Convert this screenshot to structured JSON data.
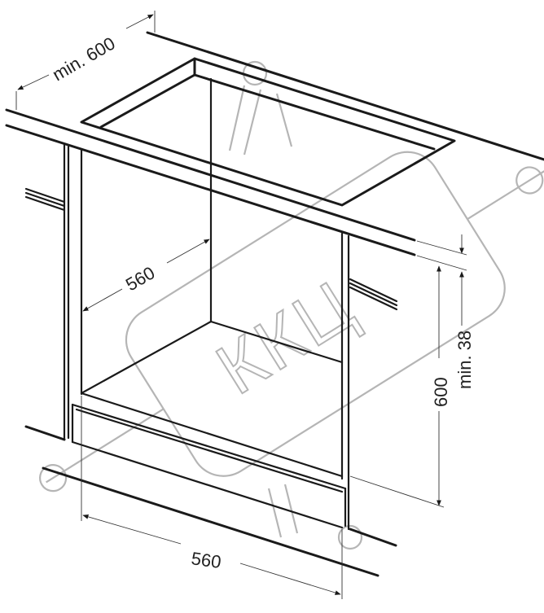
{
  "dimensions": {
    "countertop_depth": "min. 600",
    "cabinet_depth": "560",
    "cabinet_width": "560",
    "cabinet_height": "600",
    "gap_below_countertop": "min. 38"
  },
  "watermark": {
    "text": "ККЦ"
  },
  "colors": {
    "line": "#1a1a1a",
    "watermark": "#b5b5b5"
  }
}
